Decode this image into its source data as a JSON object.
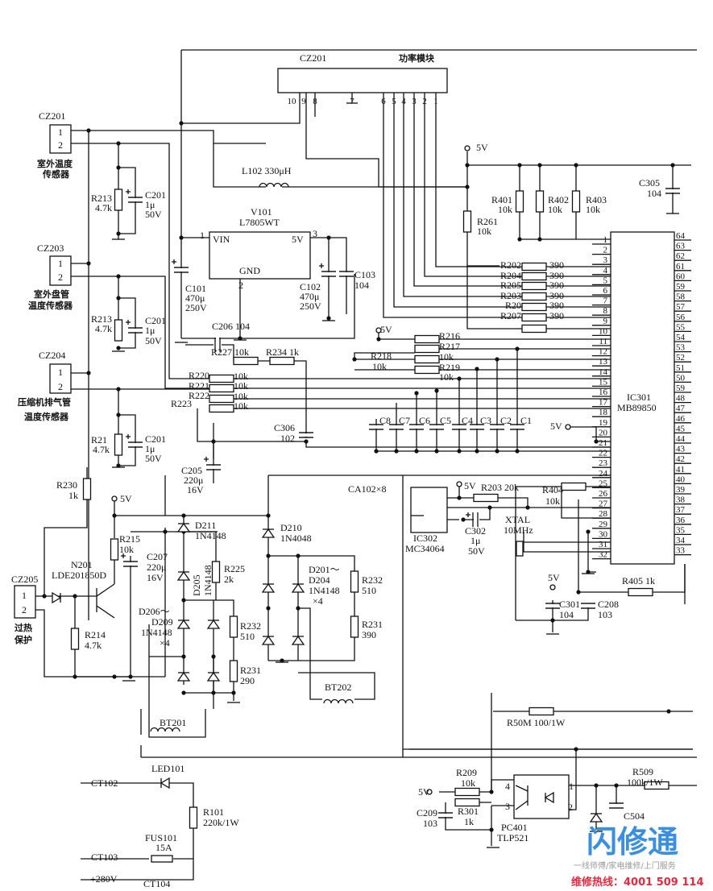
{
  "labels": {
    "cz201_top": "CZ201",
    "power_module": "功率模块",
    "cz201": "CZ201",
    "cz201_p1": "1",
    "cz201_p2": "2",
    "sensor1_a": "室外温度",
    "sensor1_b": "传感器",
    "cz203": "CZ203",
    "cz203_p1": "1",
    "cz203_p2": "2",
    "sensor2_a": "室外盘管",
    "sensor2_b": "温度传感器",
    "cz204": "CZ204",
    "cz204_p1": "1",
    "cz204_p2": "2",
    "sensor3_a": "压缩机排气管",
    "sensor3_b": "温度传感器",
    "cz205": "CZ205",
    "cz205_p1": "1",
    "cz205_p2": "2",
    "overheat_a": "过热",
    "overheat_b": "保护",
    "r213a": "R213",
    "r213a_v": "4.7k",
    "c201a": "C201",
    "c201a_v": "1μ",
    "c201a_u": "50V",
    "r213b": "R213",
    "r213b_v": "4.7k",
    "c201b": "C201",
    "c201b_v": "1μ",
    "c201b_u": "50V",
    "r21": "R21",
    "r21_v": "4.7k",
    "c201c": "C201",
    "c201c_v": "1μ",
    "c201c_u": "50V",
    "r230": "R230",
    "r230_v": "1k",
    "l102": "L102 330μH",
    "v101": "V101",
    "v101_type": "L7805WT",
    "vin": "VIN",
    "v5out": "5V",
    "gnd": "GND",
    "v101_p1": "1",
    "v101_p2": "2",
    "v101_p3": "3",
    "c101": "C101",
    "c101_v": "470μ",
    "c101_u": "250V",
    "c102": "C102",
    "c102_v": "470μ",
    "c102_u": "250V",
    "c103": "C103",
    "c103_v": "104",
    "c206": "C206 104",
    "r227": "R227 10k",
    "r234": "R234 1k",
    "r220": "R220",
    "r221": "R221",
    "r222": "R222",
    "r223": "R223",
    "r220_v": "10k",
    "r221_v": "10k",
    "r222_v": "10k",
    "r223_v": "10k",
    "c306": "C306",
    "c306_v": "102",
    "c205": "C205",
    "c205_v": "220μ",
    "c205_u": "16V",
    "v5_a": "5V",
    "r215": "R215",
    "r215_v": "10k",
    "n201": "N201",
    "n201_type": "LDE201850D",
    "r214": "R214",
    "r214_v": "4.7k",
    "c207": "C207",
    "c207_v": "220μ",
    "c207_u": "16V",
    "d211": "D211",
    "d211_t": "1N4148",
    "d205": "D205",
    "d205_t": "1N4148",
    "r225": "R225",
    "r225_v": "2k",
    "d206": "D206～",
    "d209": "D209",
    "d206_t": "1N4148",
    "d206_n": "×4",
    "r232a": "R232",
    "r232a_v": "510",
    "r231a": "R231",
    "r231a_v": "290",
    "bt201": "BT201",
    "d210": "D210",
    "d210_t": "1N4048",
    "d201": "D201～",
    "d204": "D204",
    "d201_t": "1N4148",
    "d201_n": "×4",
    "r232b": "R232",
    "r232b_v": "510",
    "r231b": "R231",
    "r231b_v": "390",
    "bt202": "BT202",
    "ca102": "CA102×8",
    "ic302": "IC302",
    "ic302_type": "MC34064",
    "v5_b": "5V",
    "r203b": "R203 20k",
    "c302": "C302",
    "c302_v": "1μ",
    "c302_u": "50V",
    "xtal": "XTAL",
    "xtal_f": "10MHz",
    "r404": "R404",
    "r404_v": "10k",
    "v5_c": "5V",
    "c301": "C301",
    "c301_v": "104",
    "c208": "C208",
    "c208_v": "103",
    "r405": "R405 1k",
    "v5_d": "5V",
    "r401": "R401",
    "r401_v": "10k",
    "r402": "R402",
    "r402_v": "10k",
    "r403": "R403",
    "r403_v": "10k",
    "r261": "R261",
    "r261_v": "10k",
    "c305": "C305",
    "c305_v": "104",
    "r202": "R202",
    "r204": "R204",
    "r205": "R205",
    "r203": "R203",
    "r20": "R20",
    "r207": "R207",
    "r202_v": "390",
    "r204_v": "390",
    "r205_v": "390",
    "r203_v": "390",
    "r20_v": "390",
    "r207_v": "390",
    "v5_e": "5V",
    "r216": "R216",
    "r217": "R217",
    "r217_v": "10k",
    "r218": "R218",
    "r218_v": "10k",
    "r219": "R219",
    "r219_v": "10k",
    "c8": "C8",
    "c7": "C7",
    "c6": "C6",
    "c5": "C5",
    "c4": "C4",
    "c3": "C3",
    "c2": "C2",
    "c1": "C1",
    "v5_f": "5V",
    "ic301": "IC301",
    "ic301_type": "MB89850",
    "r50m": "R50M 100/1W",
    "r209": "R209",
    "r209_v": "10k",
    "v5_g": "5V",
    "c209": "C209",
    "c209_v": "103",
    "r301": "R301",
    "r301_v": "1k",
    "pc401": "PC401",
    "pc401_type": "TLP521",
    "pc_p4": "4",
    "pc_p3": "3",
    "pc_p1": "1",
    "pc_p2": "2",
    "r509": "R509",
    "r509_v": "100k/1W",
    "c504": "C504",
    "ct102": "CT102",
    "led101": "LED101",
    "r101": "R101",
    "r101_v": "220k/1W",
    "fus101": "FUS101",
    "fus101_v": "15A",
    "ct103": "CT103",
    "v280": "+280V",
    "ct104": "CT104"
  },
  "module_pins": [
    "10",
    "9",
    "8",
    "7",
    "6",
    "5",
    "4",
    "3",
    "2",
    "1"
  ],
  "ic301": {
    "left_pins": [
      "1",
      "2",
      "3",
      "4",
      "5",
      "6",
      "7",
      "8",
      "9",
      "10",
      "11",
      "12",
      "13",
      "14",
      "15",
      "16",
      "17",
      "18",
      "19",
      "20",
      "21",
      "22",
      "23",
      "24",
      "25",
      "26",
      "27",
      "28",
      "29",
      "30",
      "31",
      "32"
    ],
    "right_pins": [
      "64",
      "63",
      "62",
      "61",
      "60",
      "59",
      "58",
      "57",
      "56",
      "55",
      "54",
      "53",
      "52",
      "51",
      "50",
      "59",
      "48",
      "47",
      "46",
      "45",
      "44",
      "43",
      "42",
      "41",
      "40",
      "39",
      "38",
      "37",
      "36",
      "35",
      "34",
      "33"
    ]
  },
  "watermark": {
    "brand": "闪修通",
    "slogan": "一线师傅/家电维修/上门服务",
    "hotline": "维修热线：4001 509 114"
  }
}
